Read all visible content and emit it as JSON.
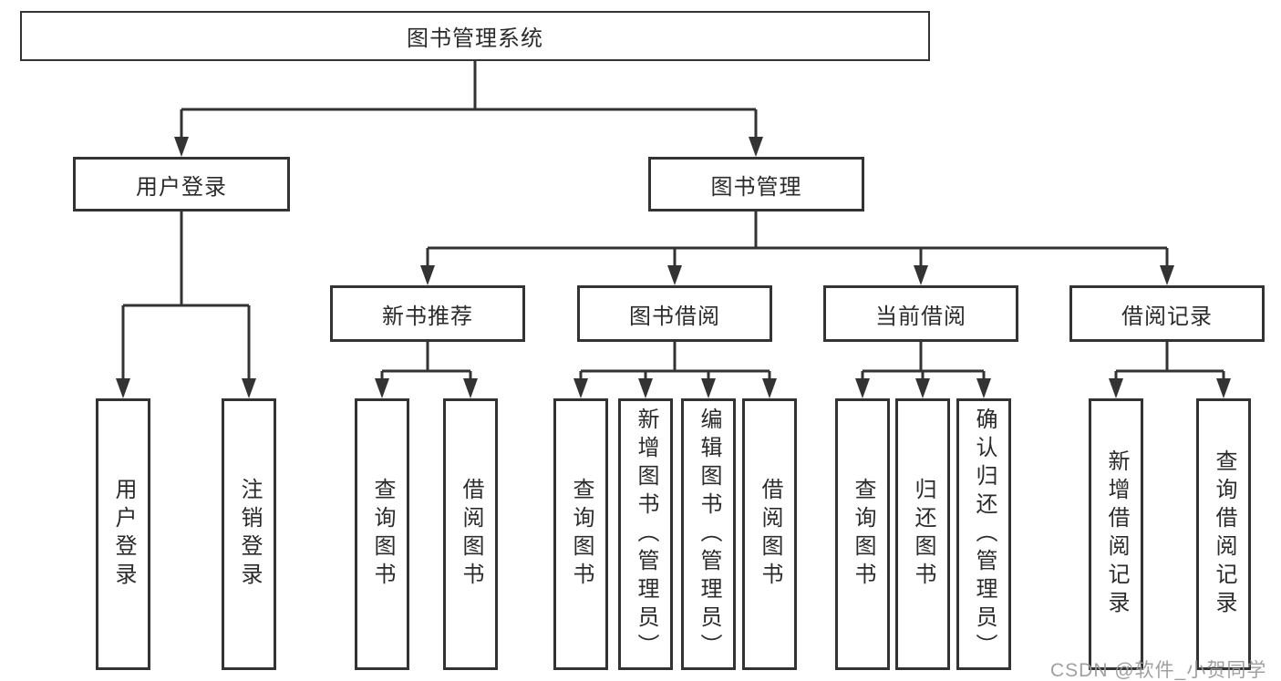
{
  "diagram": {
    "root": {
      "label": "图书管理系统"
    },
    "level2": {
      "user_login": {
        "label": "用户登录"
      },
      "book_management": {
        "label": "图书管理"
      }
    },
    "level3": {
      "new_book_recommend": {
        "label": "新书推荐"
      },
      "book_borrow": {
        "label": "图书借阅"
      },
      "current_borrow": {
        "label": "当前借阅"
      },
      "borrow_records": {
        "label": "借阅记录"
      }
    },
    "leaves": {
      "ul_login": {
        "label": "用户登录"
      },
      "ul_logout": {
        "label": "注销登录"
      },
      "nb_query": {
        "label": "查询图书"
      },
      "nb_borrow": {
        "label": "借阅图书"
      },
      "bb_query": {
        "label": "查询图书"
      },
      "bb_add": {
        "label": "新增图书（管理员）"
      },
      "bb_edit": {
        "label": "编辑图书（管理员）"
      },
      "bb_borrow": {
        "label": "借阅图书"
      },
      "cb_query": {
        "label": "查询图书"
      },
      "cb_return": {
        "label": "归还图书"
      },
      "cb_confirm": {
        "label": "确认归还（管理员）"
      },
      "br_add": {
        "label": "新增借阅记录"
      },
      "br_query": {
        "label": "查询借阅记录"
      }
    }
  },
  "watermark": {
    "text": "CSDN @软件_小贺同学"
  },
  "colors": {
    "line": "#333333",
    "border": "#333333",
    "background": "#ffffff",
    "watermark": "#989898"
  }
}
